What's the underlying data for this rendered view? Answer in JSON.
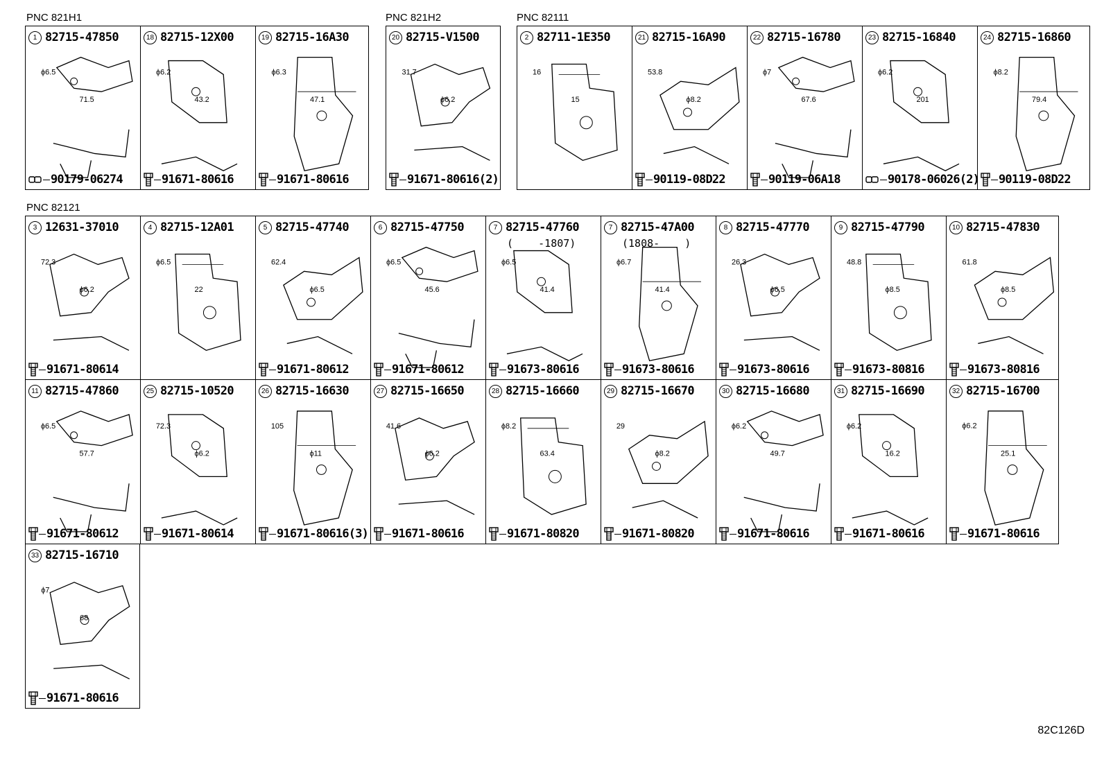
{
  "diagram_code": "82C126D",
  "groups": [
    {
      "pnc": "PNC 821H1",
      "cells": [
        {
          "num": "1",
          "part": "82715-47850",
          "fastener": "90179-06274",
          "fastener_type": "nut",
          "dims": [
            "ϕ6.5",
            "71.5"
          ]
        },
        {
          "num": "18",
          "part": "82715-12X00",
          "fastener": "91671-80616",
          "fastener_type": "bolt",
          "dims": [
            "ϕ6.2",
            "43.2"
          ]
        },
        {
          "num": "19",
          "part": "82715-16A30",
          "fastener": "91671-80616",
          "fastener_type": "bolt",
          "dims": [
            "ϕ6.3",
            "47.1"
          ]
        }
      ]
    },
    {
      "pnc": "PNC 821H2",
      "cells": [
        {
          "num": "20",
          "part": "82715-V1500",
          "fastener": "91671-80616(2)",
          "fastener_type": "bolt",
          "dims": [
            "31.7",
            "ϕ6.2"
          ]
        }
      ]
    },
    {
      "pnc": "PNC 82111",
      "cells": [
        {
          "num": "2",
          "part": "82711-1E350",
          "fastener": "",
          "fastener_type": "none",
          "dims": [
            "16",
            "15"
          ]
        },
        {
          "num": "21",
          "part": "82715-16A90",
          "fastener": "90119-08D22",
          "fastener_type": "bolt",
          "dims": [
            "53.8",
            "ϕ8.2"
          ]
        },
        {
          "num": "22",
          "part": "82715-16780",
          "fastener": "90119-06A18",
          "fastener_type": "bolt",
          "dims": [
            "ϕ7",
            "67.6"
          ]
        },
        {
          "num": "23",
          "part": "82715-16840",
          "fastener": "90178-06026(2)",
          "fastener_type": "nut",
          "dims": [
            "ϕ6.2",
            "201"
          ]
        },
        {
          "num": "24",
          "part": "82715-16860",
          "fastener": "90119-08D22",
          "fastener_type": "bolt",
          "dims": [
            "ϕ8.2",
            "79.4"
          ]
        }
      ]
    },
    {
      "pnc": "PNC 82121",
      "rows": [
        [
          {
            "num": "3",
            "part": "12631-37010",
            "fastener": "91671-80614",
            "fastener_type": "bolt",
            "dims": [
              "72.3",
              "ϕ6.2"
            ]
          },
          {
            "num": "4",
            "part": "82715-12A01",
            "fastener": "",
            "fastener_type": "none",
            "dims": [
              "ϕ6.5",
              "22"
            ]
          },
          {
            "num": "5",
            "part": "82715-47740",
            "fastener": "91671-80612",
            "fastener_type": "bolt",
            "dims": [
              "62.4",
              "ϕ6.5"
            ]
          },
          {
            "num": "6",
            "part": "82715-47750",
            "fastener": "91671-80612",
            "fastener_type": "bolt",
            "dims": [
              "ϕ6.5",
              "45.6"
            ]
          },
          {
            "num": "7",
            "part": "82715-47760",
            "note": "(    -1807)",
            "fastener": "91673-80616",
            "fastener_type": "bolt",
            "dims": [
              "ϕ6.5",
              "41.4"
            ]
          },
          {
            "num": "7",
            "part": "82715-47A00",
            "note": "(1808-    )",
            "fastener": "91673-80616",
            "fastener_type": "bolt",
            "dims": [
              "ϕ6.7",
              "41.4"
            ]
          },
          {
            "num": "8",
            "part": "82715-47770",
            "fastener": "91673-80616",
            "fastener_type": "bolt",
            "dims": [
              "26.3",
              "ϕ6.5"
            ]
          },
          {
            "num": "9",
            "part": "82715-47790",
            "fastener": "91673-80816",
            "fastener_type": "bolt",
            "dims": [
              "48.8",
              "ϕ8.5"
            ]
          },
          {
            "num": "10",
            "part": "82715-47830",
            "fastener": "91673-80816",
            "fastener_type": "bolt",
            "dims": [
              "61.8",
              "ϕ8.5"
            ]
          }
        ],
        [
          {
            "num": "11",
            "part": "82715-47860",
            "fastener": "91671-80612",
            "fastener_type": "bolt",
            "dims": [
              "ϕ6.5",
              "57.7"
            ]
          },
          {
            "num": "25",
            "part": "82715-10520",
            "fastener": "91671-80614",
            "fastener_type": "bolt",
            "dims": [
              "72.3",
              "ϕ6.2"
            ]
          },
          {
            "num": "26",
            "part": "82715-16630",
            "fastener": "91671-80616(3)",
            "fastener_type": "bolt",
            "dims": [
              "105",
              "ϕ11"
            ]
          },
          {
            "num": "27",
            "part": "82715-16650",
            "fastener": "91671-80616",
            "fastener_type": "bolt",
            "dims": [
              "41.6",
              "ϕ6.2"
            ]
          },
          {
            "num": "28",
            "part": "82715-16660",
            "fastener": "91671-80820",
            "fastener_type": "bolt",
            "dims": [
              "ϕ8.2",
              "63.4"
            ]
          },
          {
            "num": "29",
            "part": "82715-16670",
            "fastener": "91671-80820",
            "fastener_type": "bolt",
            "dims": [
              "29",
              "ϕ8.2"
            ]
          },
          {
            "num": "30",
            "part": "82715-16680",
            "fastener": "91671-80616",
            "fastener_type": "bolt",
            "dims": [
              "ϕ6.2",
              "49.7"
            ]
          },
          {
            "num": "31",
            "part": "82715-16690",
            "fastener": "91671-80616",
            "fastener_type": "bolt",
            "dims": [
              "ϕ6.2",
              "16.2"
            ]
          },
          {
            "num": "32",
            "part": "82715-16700",
            "fastener": "91671-80616",
            "fastener_type": "bolt",
            "dims": [
              "ϕ6.2",
              "25.1"
            ]
          }
        ],
        [
          {
            "num": "33",
            "part": "82715-16710",
            "fastener": "91671-80616",
            "fastener_type": "bolt",
            "dims": [
              "ϕ7",
              "68"
            ]
          }
        ]
      ]
    }
  ]
}
